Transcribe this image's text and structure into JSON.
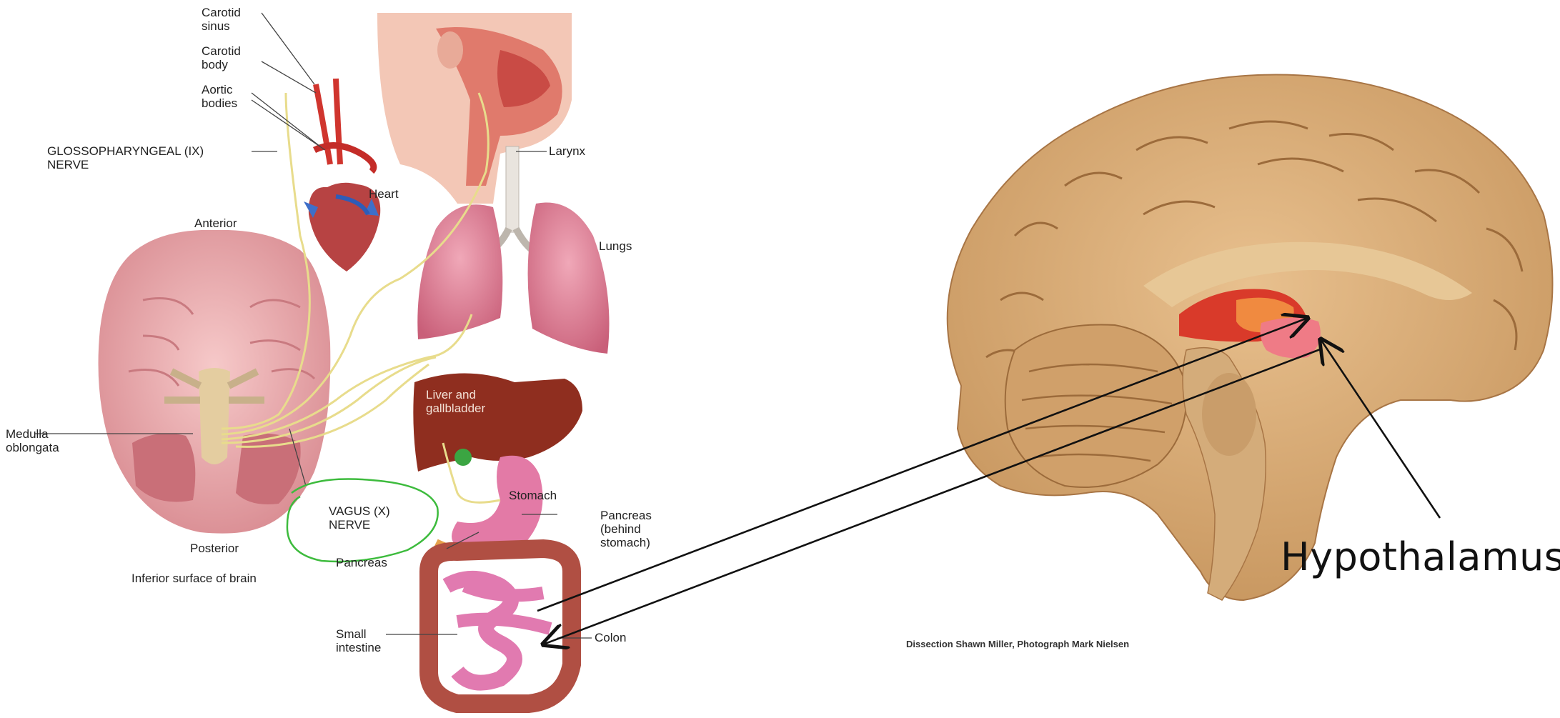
{
  "left_diagram": {
    "labels": {
      "carotid_sinus": "Carotid\nsinus",
      "carotid_body": "Carotid\nbody",
      "aortic_bodies": "Aortic\nbodies",
      "glossopharyngeal": "GLOSSOPHARYNGEAL (IX)\nNERVE",
      "heart": "Heart",
      "larynx": "Larynx",
      "lungs": "Lungs",
      "anterior": "Anterior",
      "medulla": "Medulla\noblongata",
      "posterior": "Posterior",
      "inferior_surface": "Inferior surface of brain",
      "liver": "Liver and\ngallbladder",
      "stomach": "Stomach",
      "pancreas_behind": "Pancreas\n(behind\nstomach)",
      "vagus": "VAGUS (X)\nNERVE",
      "pancreas": "Pancreas",
      "small_intestine": "Small\nintestine",
      "colon": "Colon"
    }
  },
  "right_diagram": {
    "hypothalamus_label": "Hypothalamus",
    "credit": "Dissection Shawn Miller, Photograph Mark Nielsen"
  },
  "colors": {
    "nerve": "#e8dc8c",
    "highlight_circle": "#3dbb3d",
    "arrow": "#111111",
    "brain_tan": "#d9ad76",
    "hypothalamus": "#ef7b86"
  }
}
